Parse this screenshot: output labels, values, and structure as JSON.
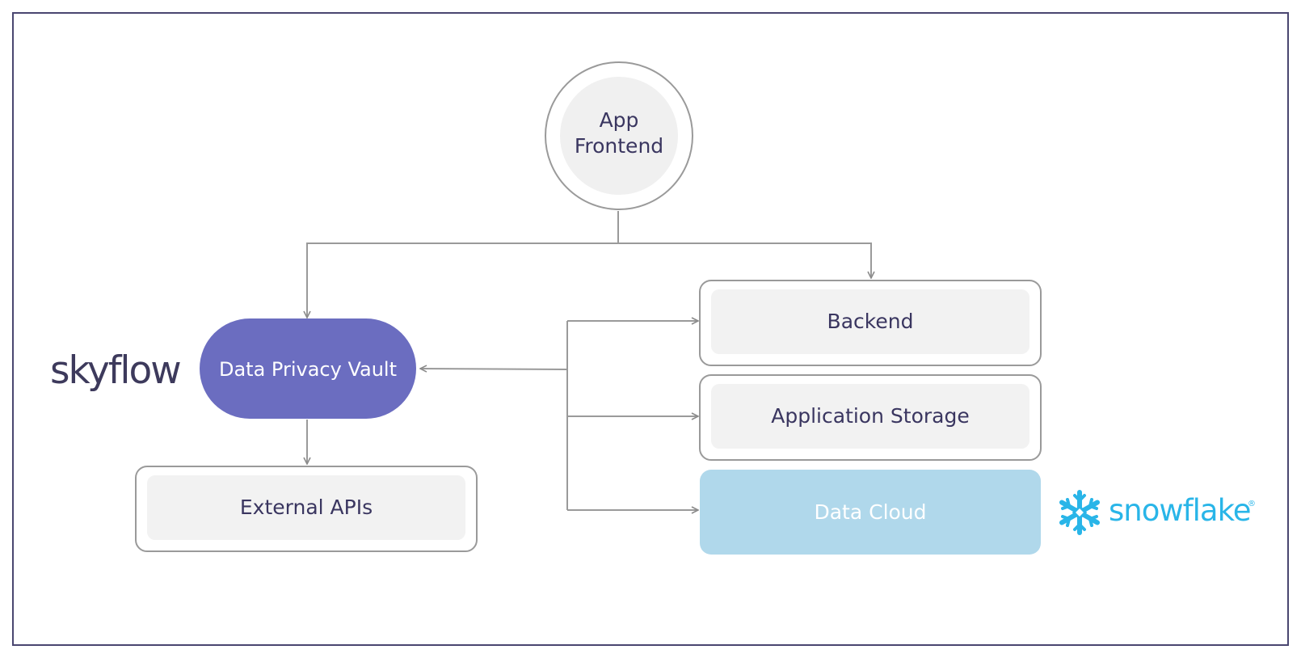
{
  "nodes": {
    "app_frontend": {
      "line1": "App",
      "line2": "Frontend"
    },
    "data_privacy_vault": {
      "label": "Data Privacy Vault"
    },
    "backend": {
      "label": "Backend"
    },
    "application_storage": {
      "label": "Application Storage"
    },
    "data_cloud": {
      "label": "Data Cloud"
    },
    "external_apis": {
      "label": "External APIs"
    }
  },
  "logos": {
    "skyflow": {
      "text": "skyflow"
    },
    "snowflake": {
      "text": "snowflake",
      "mark": "®"
    }
  },
  "colors": {
    "vault_fill": "#6b6dc0",
    "data_cloud_fill": "#b0d8eb",
    "inner_fill": "#f2f2f2",
    "border_gray": "#9a9a9a",
    "text_dark": "#3a3660",
    "skyflow_logo": "#3d3a5c",
    "snowflake_logo": "#29b5e8",
    "frame": "#4a4670"
  }
}
